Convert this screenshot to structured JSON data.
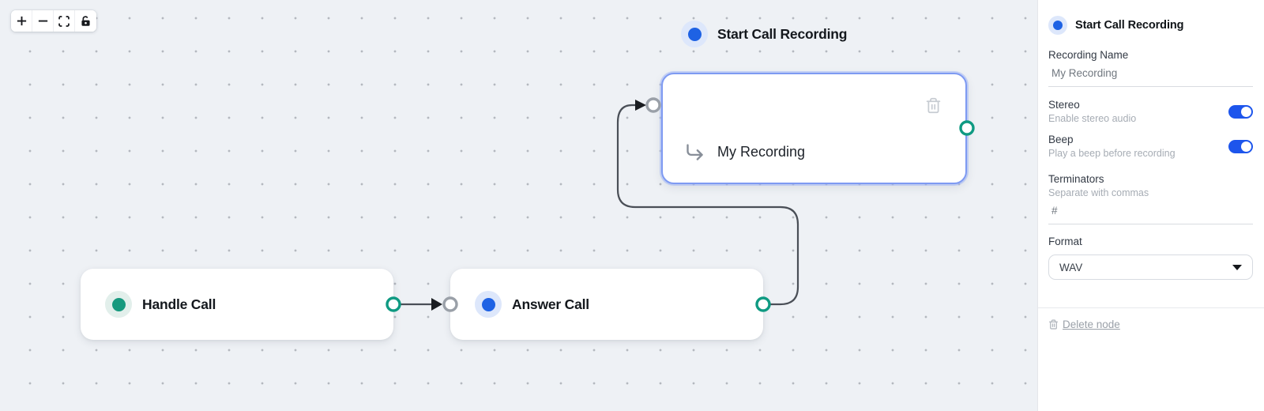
{
  "toolbar": {
    "buttons": [
      {
        "name": "zoom-in",
        "icon": "plus-icon"
      },
      {
        "name": "zoom-out",
        "icon": "minus-icon"
      },
      {
        "name": "fit-view",
        "icon": "fit-view-icon"
      },
      {
        "name": "toggle-interactivity",
        "icon": "unlock-icon"
      }
    ]
  },
  "canvas": {
    "background_color": "#eef1f5",
    "edge_color": "#4a4f57",
    "source_handle_color": "#0f9a82",
    "target_handle_color": "#9aa0a8",
    "nodes": [
      {
        "title": "Handle Call",
        "dot_color": "#16997e",
        "selected": false
      },
      {
        "title": "Answer Call",
        "dot_color": "#1e62e4",
        "selected": false
      },
      {
        "title": "Start Call Recording",
        "subtitle": "My Recording",
        "dot_color": "#1e62e4",
        "selected": true,
        "selected_border_color": "#7e9af2",
        "icons": [
          "trash-icon",
          "corner-down-right-icon"
        ]
      }
    ]
  },
  "inspector": {
    "accent_color": "#1d55ec",
    "title": "Start Call Recording",
    "recording_name": {
      "label": "Recording Name",
      "value": "My Recording"
    },
    "stereo": {
      "label": "Stereo",
      "description": "Enable stereo audio",
      "enabled": true
    },
    "beep": {
      "label": "Beep",
      "description": "Play a beep before recording",
      "enabled": true
    },
    "terminators": {
      "label": "Terminators",
      "description": "Separate with commas",
      "value": "#"
    },
    "format": {
      "label": "Format",
      "value": "WAV"
    },
    "delete_label": "Delete node"
  }
}
